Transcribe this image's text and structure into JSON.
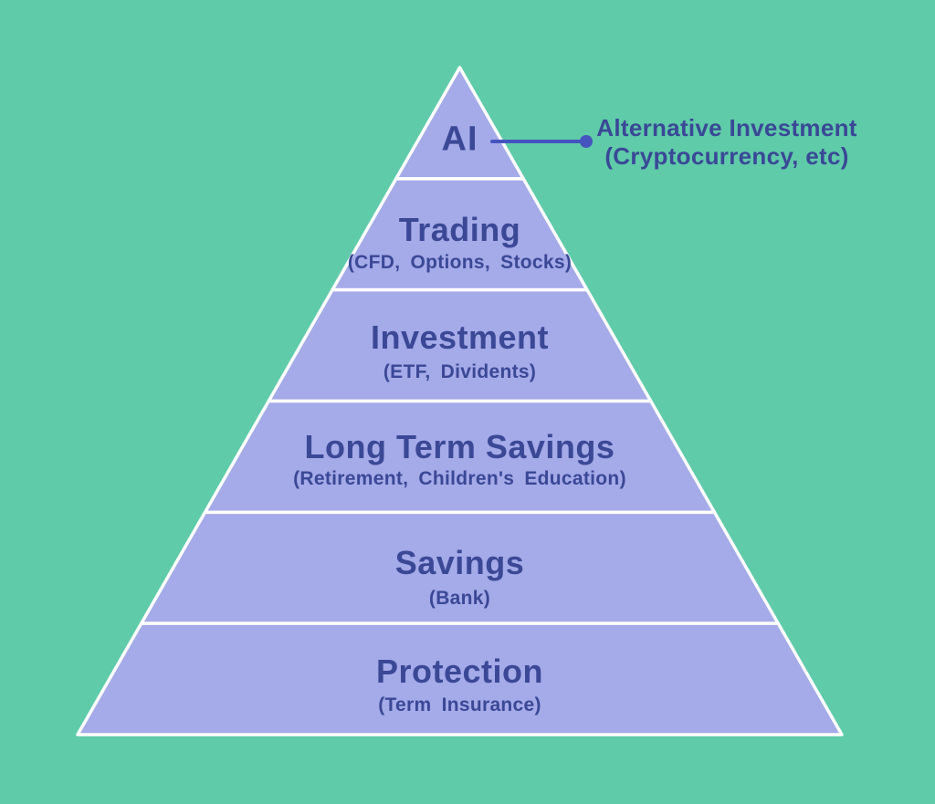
{
  "colors": {
    "background": "#5FCBA9",
    "pyramid_fill": "#A5AAE8",
    "pyramid_border": "#FFFFFF",
    "text": "#3A4896",
    "callout_line": "#4554BE"
  },
  "diagram": {
    "type": "pyramid",
    "levels": [
      {
        "label": "AI",
        "sublabel": ""
      },
      {
        "label": "Trading",
        "sublabel": "(CFD, Options, Stocks)"
      },
      {
        "label": "Investment",
        "sublabel": "(ETF, Dividents)"
      },
      {
        "label": "Long Term Savings",
        "sublabel": "(Retirement, Children's Education)"
      },
      {
        "label": "Savings",
        "sublabel": "(Bank)"
      },
      {
        "label": "Protection",
        "sublabel": "(Term Insurance)"
      }
    ],
    "callout": {
      "target": "AI",
      "line1": "Alternative Investment",
      "line2": "(Cryptocurrency, etc)"
    }
  }
}
